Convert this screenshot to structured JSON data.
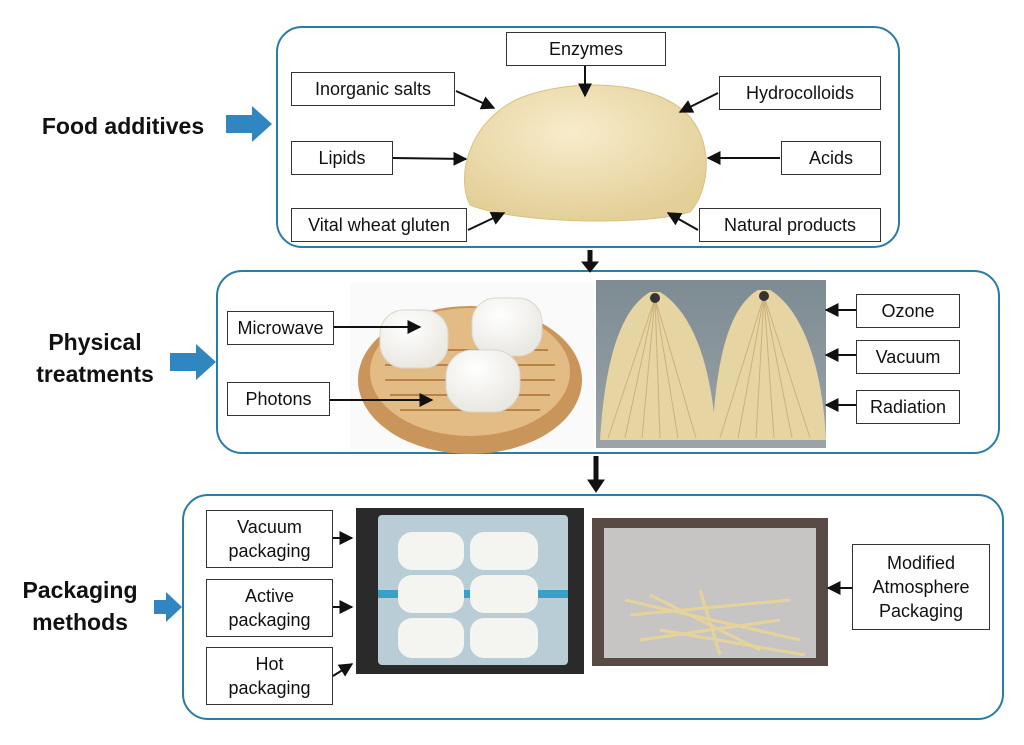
{
  "rows": {
    "food_additives": {
      "label": "Food additives",
      "items": {
        "enzymes": "Enzymes",
        "inorganic_salts": "Inorganic salts",
        "hydrocolloids": "Hydrocolloids",
        "lipids": "Lipids",
        "acids": "Acids",
        "vital_wheat_gluten": "Vital wheat gluten",
        "natural_products": "Natural products"
      }
    },
    "physical_treatments": {
      "label_line1": "Physical",
      "label_line2": "treatments",
      "items": {
        "microwave": "Microwave",
        "photons": "Photons",
        "ozone": "Ozone",
        "vacuum": "Vacuum",
        "radiation": "Radiation"
      }
    },
    "packaging_methods": {
      "label_line1": "Packaging",
      "label_line2": "methods",
      "items": {
        "vacuum_packaging": [
          "Vacuum",
          "packaging"
        ],
        "active_packaging": [
          "Active",
          "packaging"
        ],
        "hot_packaging": [
          "Hot",
          "packaging"
        ],
        "modified_atmosphere_packaging": [
          "Modified",
          "Atmosphere",
          "Packaging"
        ]
      }
    }
  },
  "colors": {
    "panel_border": "#2c7ba2",
    "arrow_blue": "#2f86c1",
    "dough": "#efe2b6",
    "steamed_bun": "#fbfbf8",
    "steamer": "#d9b07a",
    "noodles": "#e8d6a8"
  }
}
